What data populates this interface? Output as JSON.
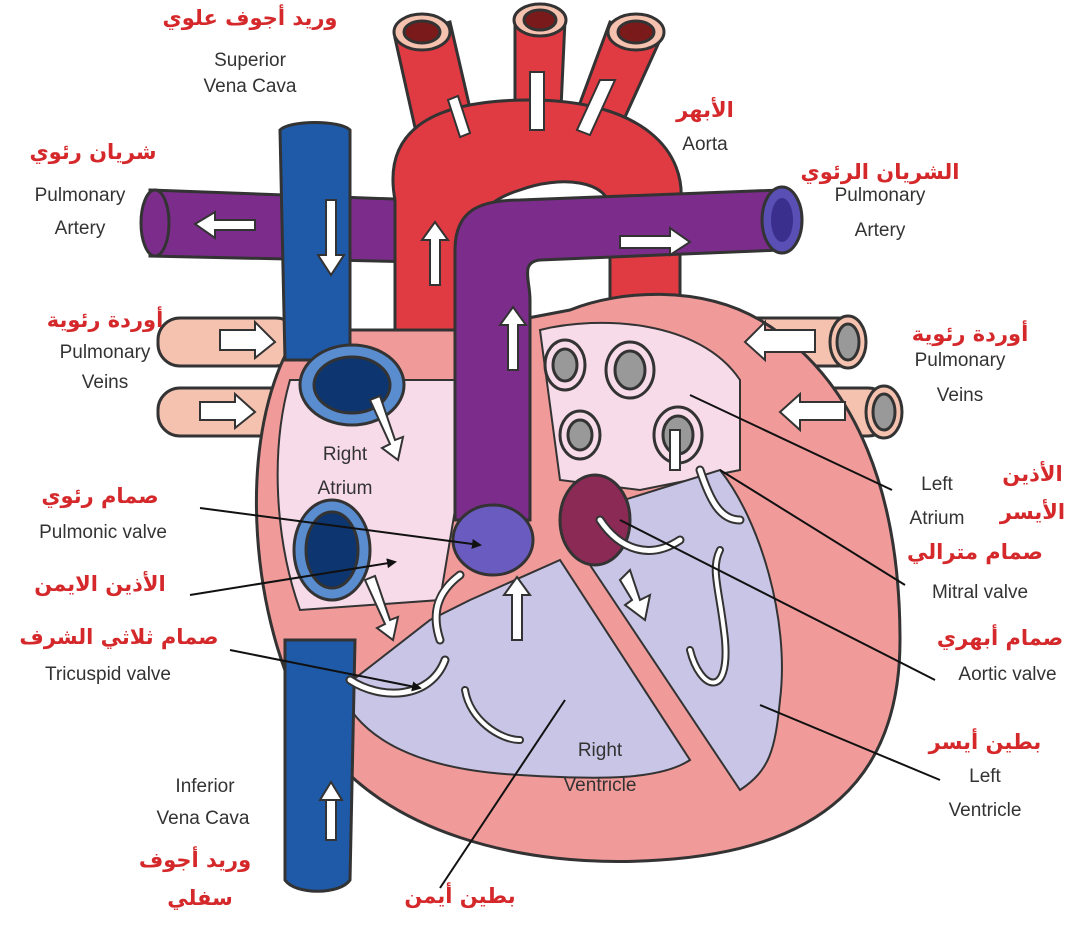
{
  "colors": {
    "vena_cava": "#1f5aa8",
    "vena_cava_dark": "#0d3570",
    "aorta": "#e03a43",
    "pulmonary_artery": "#7c2d8c",
    "pulmonary_artery_ring": "#5a4fb5",
    "pulmonary_vein": "#f6c2b0",
    "heart_wall": "#f19a9a",
    "atrium": "#f7dbe8",
    "ventricle": "#c9c5e6",
    "valve": "#ffffff",
    "arabic_text": "#d4282b",
    "english_text": "#333333"
  },
  "labels": {
    "svc_ar": "وريد أجوف علوي",
    "svc_en_1": "Superior",
    "svc_en_2": "Vena Cava",
    "pa_left_ar": "شريان رئوي",
    "pa_left_en_1": "Pulmonary",
    "pa_left_en_2": "Artery",
    "aorta_ar": "الأبهر",
    "aorta_en": "Aorta",
    "pa_right_ar": "الشريان الرئوي",
    "pa_right_en_1": "Pulmonary",
    "pa_right_en_2": "Artery",
    "pv_left_ar": "أوردة رئوية",
    "pv_left_en_1": "Pulmonary",
    "pv_left_en_2": "Veins",
    "pv_right_ar": "أوردة رئوية",
    "pv_right_en_1": "Pulmonary",
    "pv_right_en_2": "Veins",
    "right_atrium_en_1": "Right",
    "right_atrium_en_2": "Atrium",
    "left_atrium_en_1": "Left",
    "left_atrium_en_2": "Atrium",
    "left_atrium_ar_1": "الأذين",
    "left_atrium_ar_2": "الأيسر",
    "pulmonic_valve_ar": "صمام رئوي",
    "pulmonic_valve_en": "Pulmonic valve",
    "right_atrium_ar": "الأذين الايمن",
    "mitral_valve_ar": "صمام مترالي",
    "mitral_valve_en": "Mitral valve",
    "tricuspid_valve_ar": "صمام ثلاثي الشرف",
    "tricuspid_valve_en": "Tricuspid valve",
    "aortic_valve_ar": "صمام أبهري",
    "aortic_valve_en": "Aortic valve",
    "right_ventricle_en_1": "Right",
    "right_ventricle_en_2": "Ventricle",
    "right_ventricle_ar": "بطين أيمن",
    "left_ventricle_ar": "بطين أيسر",
    "left_ventricle_en_1": "Left",
    "left_ventricle_en_2": "Ventricle",
    "ivc_en_1": "Inferior",
    "ivc_en_2": "Vena Cava",
    "ivc_ar_1": "وريد أجوف",
    "ivc_ar_2": "سفلي"
  }
}
